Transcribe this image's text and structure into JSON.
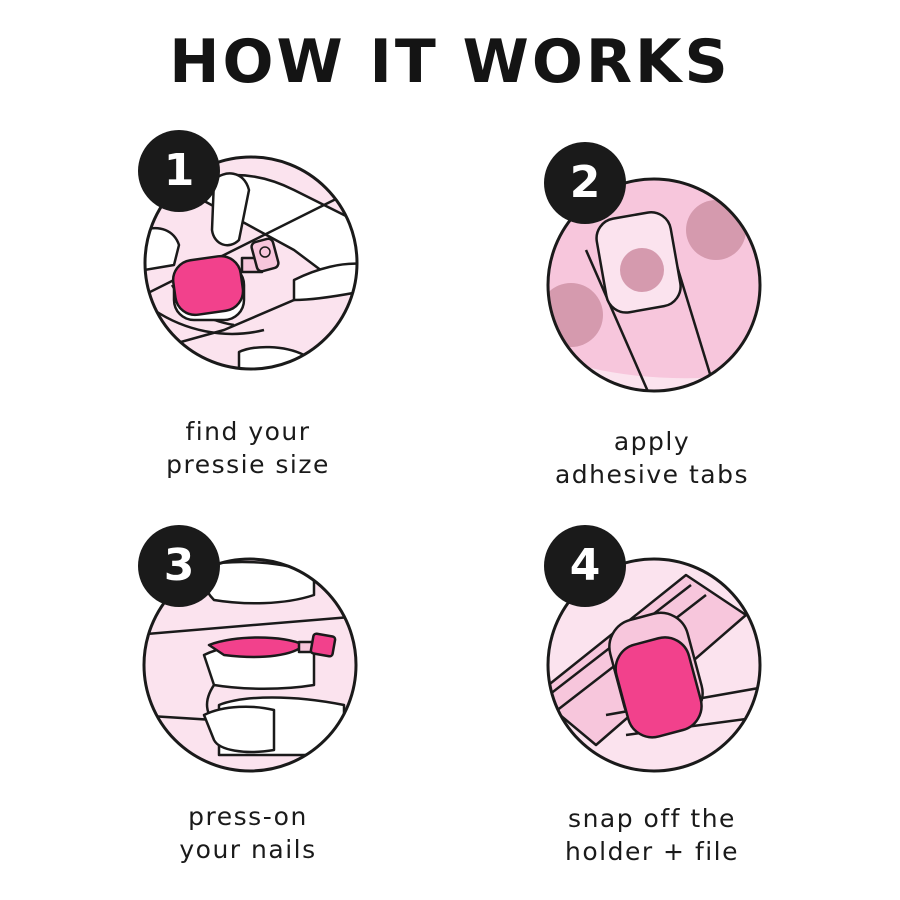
{
  "title": "HOW IT WORKS",
  "colors": {
    "ink": "#1a1a1a",
    "pale_pink": "#fbe3ee",
    "light_pink": "#f7c6dc",
    "hot_pink": "#f2418c",
    "mauve": "#d59aae"
  },
  "steps": [
    {
      "number": "1",
      "line1": "find your",
      "line2": "pressie size"
    },
    {
      "number": "2",
      "line1": "apply",
      "line2": "adhesive tabs"
    },
    {
      "number": "3",
      "line1": "press-on",
      "line2": "your nails"
    },
    {
      "number": "4",
      "line1": "snap off the",
      "line2": "holder + file"
    }
  ]
}
